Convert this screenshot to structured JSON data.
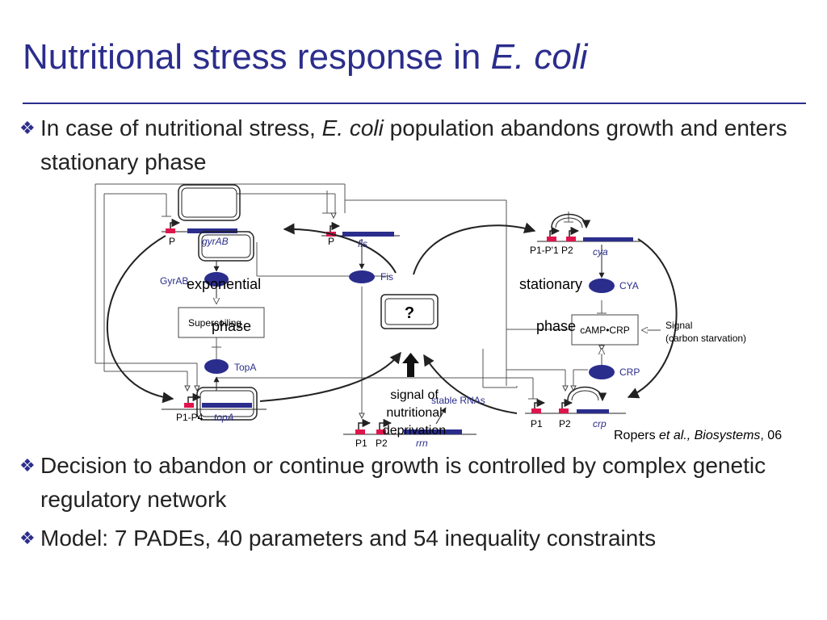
{
  "title": {
    "main": "Nutritional stress response in ",
    "italic": "E. coli"
  },
  "bullet1": {
    "part1": "In case of nutritional stress, ",
    "italic": "E. coli",
    "part2": " population abandons growth and enters stationary phase"
  },
  "diagram": {
    "gyrab_promoter": "P",
    "gyrab_gene": "gyrAB",
    "gyrab_protein": "GyrAB",
    "supercoiling": "Supercoiling",
    "topa_protein": "TopA",
    "topa_promoters": "P1-P4",
    "topa_gene": "topA",
    "fis_promoter": "P",
    "fis_gene": "fis",
    "fis_protein": "Fis",
    "question": "?",
    "signal_line1": "signal of",
    "signal_line2": "nutritional",
    "signal_line3": "deprivation",
    "stable_rnas": "stable RNAs",
    "rrn_p1": "P1",
    "rrn_p2": "P2",
    "rrn_gene": "rrn",
    "exponential_line1": "exponential",
    "exponential_line2": "phase",
    "stationary_line1": "stationary",
    "stationary_line2": "phase",
    "cya_promoters": "P1-P'1 P2",
    "cya_gene": "cya",
    "cya_protein": "CYA",
    "camp_crp": "cAMP•CRP",
    "signal_label_line1": "Signal",
    "signal_label_line2": "(carbon starvation)",
    "crp_protein": "CRP",
    "crp_p1": "P1",
    "crp_p2": "P2",
    "crp_gene": "crp"
  },
  "citation": {
    "author": "Ropers ",
    "italic": "et al., Biosystems",
    "year": ", 06"
  },
  "bullet2": "Decision to abandon or continue growth is controlled by complex genetic regulatory network",
  "bullet3": "Model: 7 PADEs, 40 parameters and 54 inequality constraints",
  "colors": {
    "title": "#2b2d8c",
    "gene": "#2b2d8c",
    "promoter": "#e0144c",
    "protein": "#2b2d8c"
  }
}
